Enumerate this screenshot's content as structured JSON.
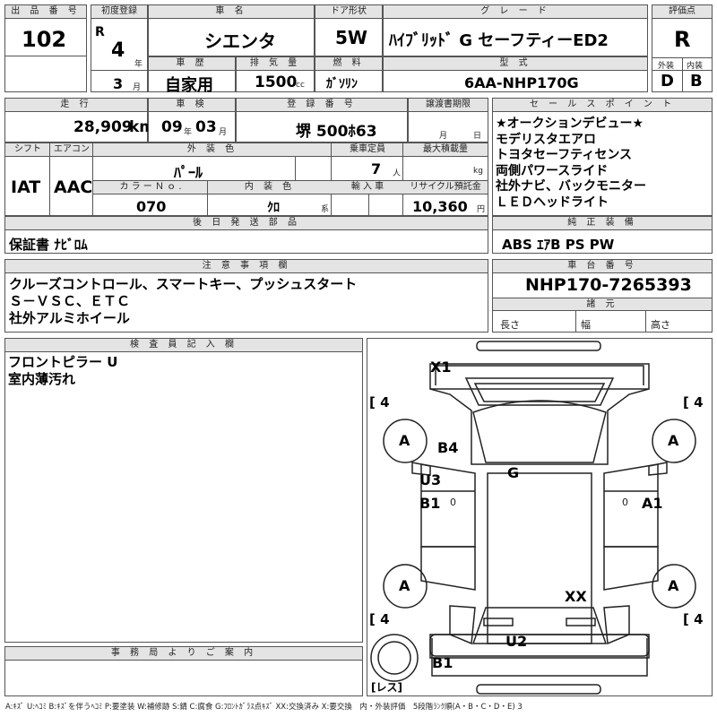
{
  "lot": {
    "label": "出 品 番 号",
    "value": "102"
  },
  "first_reg": {
    "label": "初度登録",
    "era": "R",
    "year": "4",
    "year_unit": "年",
    "month": "3",
    "month_unit": "月"
  },
  "car_name": {
    "label": "車 名",
    "value": "シエンタ"
  },
  "door": {
    "label": "ドア形状",
    "value": "5W"
  },
  "grade": {
    "label": "グ レ ー ド",
    "value": "ﾊｲﾌﾞﾘｯﾄﾞ G セーフティーED2"
  },
  "score": {
    "label": "評価点",
    "value": "R",
    "ext_label": "外装",
    "int_label": "内装",
    "ext": "D",
    "int": "B"
  },
  "history": {
    "label": "車 歴",
    "value": "自家用"
  },
  "displacement": {
    "label": "排 気 量",
    "value": "1500",
    "unit": "cc"
  },
  "fuel": {
    "label": "燃 料",
    "value": "ｶﾞｿﾘﾝ"
  },
  "model": {
    "label": "型 式",
    "value": "6AA-NHP170G"
  },
  "mileage": {
    "label": "走 行",
    "value": "28,909",
    "unit": "km"
  },
  "inspection": {
    "label": "車 検",
    "year": "09",
    "year_unit": "年",
    "month": "03",
    "month_unit": "月"
  },
  "plate": {
    "label": "登 録 番 号",
    "value": "堺 500ﾎ63"
  },
  "transfer": {
    "label": "譲渡書期限",
    "month_unit": "月",
    "day_unit": "日"
  },
  "shift": {
    "label": "シフト",
    "value": "IAT"
  },
  "aircon": {
    "label": "エアコン",
    "value": "AAC"
  },
  "ext_color": {
    "label": "外 装 色",
    "value": "ﾊﾟｰﾙ"
  },
  "capacity": {
    "label": "乗車定員",
    "value": "7",
    "unit": "人"
  },
  "max_load": {
    "label": "最大積載量",
    "unit": "kg"
  },
  "color_no": {
    "label": "カ ラ ー Ｎ ｏ .",
    "value": "070"
  },
  "int_color": {
    "label": "内 装 色",
    "value": "ｸﾛ",
    "unit": "系"
  },
  "import": {
    "label": "輸 入 車"
  },
  "recycle": {
    "label": "リサイクル預託金",
    "value": "10,360",
    "unit": "円"
  },
  "later_items": {
    "label": "後 日 発 送 部 品",
    "value": "保証書 ﾅﾋﾞﾛﾑ"
  },
  "sales_points": {
    "label": "セ ー ル ス ポ イ ン ト",
    "items": [
      "★オークションデビュー★",
      "モデリスタエアロ",
      "トヨタセーフティセンス",
      "両側パワースライド",
      "社外ナビ、バックモニター",
      "ＬＥＤヘッドライト"
    ]
  },
  "equipment": {
    "label": "純 正 装 備",
    "value": "ABS ｴｱB PS PW"
  },
  "notes": {
    "label": "注 意 事 項 欄",
    "lines": [
      "クルーズコントロール、スマートキー、プッシュスタート",
      "Ｓ－ＶＳＣ、ＥＴＣ",
      "社外アルミホイール"
    ]
  },
  "chassis": {
    "label": "車 台 番 号",
    "value": "NHP170-7265393"
  },
  "specs": {
    "label": "諸 元",
    "length": "長さ",
    "width": "幅",
    "height": "高さ"
  },
  "inspector": {
    "label": "検 査 員 記 入 欄",
    "lines": [
      "フロントピラー U",
      "室内薄汚れ"
    ]
  },
  "office": {
    "label": "事 務 局 よ り ご 案 内"
  },
  "diagram": {
    "marks": {
      "x1": "X1",
      "b4": "B4",
      "g": "G",
      "u3": "U3",
      "b1_left": "B1",
      "a1": "A1",
      "xx": "XX",
      "u2": "U2",
      "b1_bottom": "B1",
      "tire_fl": "A",
      "tire_fr": "A",
      "tire_rl": "A",
      "tire_rr": "A",
      "tread_fl": "4",
      "tread_fr": "4",
      "tread_rl": "4",
      "tread_rr": "4",
      "bracket_open": "[",
      "zero": "0",
      "no_spare": "レス"
    }
  },
  "legend": "A:ｷｽﾞ U:ﾍｺﾐ B:ｷｽﾞを伴うﾍｺﾐ P:要塗装 W:補修跡 S:錆 C:腐食 G:ﾌﾛﾝﾄｶﾞﾗｽ点ｷｽﾞ XX:交換済み X:要交換　内・外装評価　5段階ﾗﾝｸ順(A・B・C・D・E) 3"
}
